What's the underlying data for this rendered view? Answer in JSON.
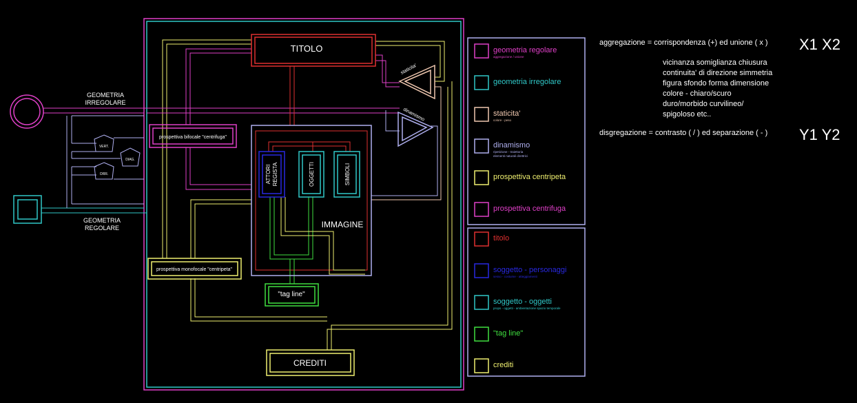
{
  "colors": {
    "magenta": "#e040c8",
    "cyan": "#30c8c8",
    "yellow": "#f0f070",
    "red": "#e03030",
    "blue": "#2828e0",
    "green": "#40e040",
    "lavender": "#b0b0f0",
    "peach": "#f0c8b0",
    "white": "#ffffff"
  },
  "diagram": {
    "left_geometria_irregolare": "GEOMETRIA\nIRREGOLARE",
    "left_geometria_regolare": "GEOMETRIA\nREGOLARE",
    "pent_vert": "VERT.",
    "pent_diag": "DIAG.",
    "pent_orr": "ORR.",
    "titolo": "TITOLO",
    "staticita": "staticita'",
    "dinamismo": "dinamismo",
    "prosp_bifocale": "prospettiva bifocale \"centrifuga\"",
    "prosp_monofocale": "prospettiva monofocale \"centripeta\"",
    "attori": "ATTORI\nREGISTA",
    "oggetti": "OGGETTI",
    "simboli": "SIMBOLI",
    "immagine": "IMMAGINE",
    "tag_line": "\"tag line\"",
    "crediti": "CREDITI"
  },
  "legend_top": [
    {
      "label": "geometria regolare",
      "sub": "aggregazione / unione",
      "color_key": "magenta"
    },
    {
      "label": "geometria irregolare",
      "sub": "",
      "color_key": "cyan"
    },
    {
      "label": "staticita'",
      "sub": "colore - peso",
      "color_key": "peach"
    },
    {
      "label": "dinamismo",
      "sub": "ripetizione - traiettoria\nelementi naturali direttrici",
      "color_key": "lavender"
    },
    {
      "label": "prospettiva centripeta",
      "sub": "",
      "color_key": "yellow"
    },
    {
      "label": "prospettiva centrifuga",
      "sub": "",
      "color_key": "magenta"
    }
  ],
  "legend_bottom": [
    {
      "label": "titolo",
      "sub": "",
      "color_key": "red"
    },
    {
      "label": "soggetto - personaggi",
      "sub": "sesso - costume - atteggiamenti",
      "color_key": "blue"
    },
    {
      "label": "soggetto - oggetti",
      "sub": "props - oggetti - ambientazione spazio temporale",
      "color_key": "cyan"
    },
    {
      "label": "\"tag line\"",
      "sub": "",
      "color_key": "green"
    },
    {
      "label": "crediti",
      "sub": "",
      "color_key": "yellow"
    }
  ],
  "notes": {
    "aggregazione": "aggregazione = corrispondenza (+) ed unione ( x )",
    "x_label": "X1  X2",
    "list": [
      "vicinanza somiglianza chiusura",
      "continuita' di direzione simmetria",
      "figura sfondo forma dimensione",
      "colore - chiaro/scuro",
      "duro/morbido curvilineo/",
      "spigoloso etc.."
    ],
    "disgregazione": "disgregazione = contrasto ( / ) ed separazione ( - )",
    "y_label": "Y1  Y2"
  }
}
